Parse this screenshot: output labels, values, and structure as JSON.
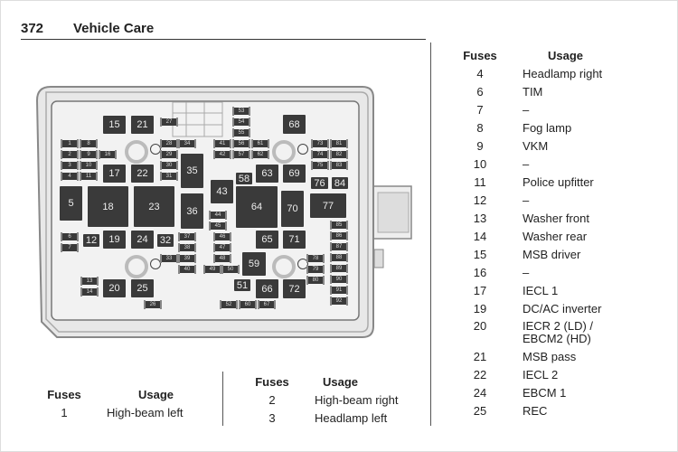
{
  "header": {
    "page_number": "372",
    "title": "Vehicle Care"
  },
  "diagram": {
    "fuses": [
      "15",
      "21",
      "27",
      "53",
      "54",
      "55",
      "56",
      "57",
      "68",
      "1",
      "2",
      "3",
      "4",
      "8",
      "9",
      "10",
      "11",
      "16",
      "28",
      "29",
      "30",
      "31",
      "34",
      "41",
      "42",
      "61",
      "62",
      "73",
      "74",
      "75",
      "81",
      "82",
      "83",
      "17",
      "22",
      "35",
      "63",
      "69",
      "58",
      "76",
      "84",
      "5",
      "18",
      "23",
      "36",
      "43",
      "64",
      "70",
      "77",
      "44",
      "45",
      "6",
      "7",
      "12",
      "19",
      "24",
      "32",
      "37",
      "38",
      "39",
      "40",
      "46",
      "47",
      "48",
      "65",
      "71",
      "85",
      "86",
      "87",
      "88",
      "89",
      "90",
      "91",
      "92",
      "33",
      "49",
      "50",
      "59",
      "78",
      "79",
      "80",
      "13",
      "14",
      "20",
      "25",
      "51",
      "66",
      "72",
      "26",
      "52",
      "60",
      "67"
    ]
  },
  "right_table": {
    "headers": [
      "Fuses",
      "Usage"
    ],
    "rows": [
      [
        "4",
        "Headlamp right"
      ],
      [
        "6",
        "TIM"
      ],
      [
        "7",
        "–"
      ],
      [
        "8",
        "Fog lamp"
      ],
      [
        "9",
        "VKM"
      ],
      [
        "10",
        "–"
      ],
      [
        "11",
        "Police upfitter"
      ],
      [
        "12",
        "–"
      ],
      [
        "13",
        "Washer front"
      ],
      [
        "14",
        "Washer rear"
      ],
      [
        "15",
        "MSB driver"
      ],
      [
        "16",
        "–"
      ],
      [
        "17",
        "IECL 1"
      ],
      [
        "19",
        "DC/AC inverter"
      ],
      [
        "20",
        "IECR 2 (LD) /"
      ],
      [
        "",
        "EBCM2 (HD)"
      ],
      [
        "21",
        "MSB pass"
      ],
      [
        "22",
        "IECL 2"
      ],
      [
        "24",
        "EBCM 1"
      ],
      [
        "25",
        "REC"
      ]
    ]
  },
  "left_table": {
    "headers": [
      "Fuses",
      "Usage"
    ],
    "rows": [
      [
        "1",
        "High-beam left"
      ]
    ]
  },
  "mid_table": {
    "headers": [
      "Fuses",
      "Usage"
    ],
    "rows": [
      [
        "2",
        "High-beam right"
      ],
      [
        "3",
        "Headlamp left"
      ]
    ]
  }
}
